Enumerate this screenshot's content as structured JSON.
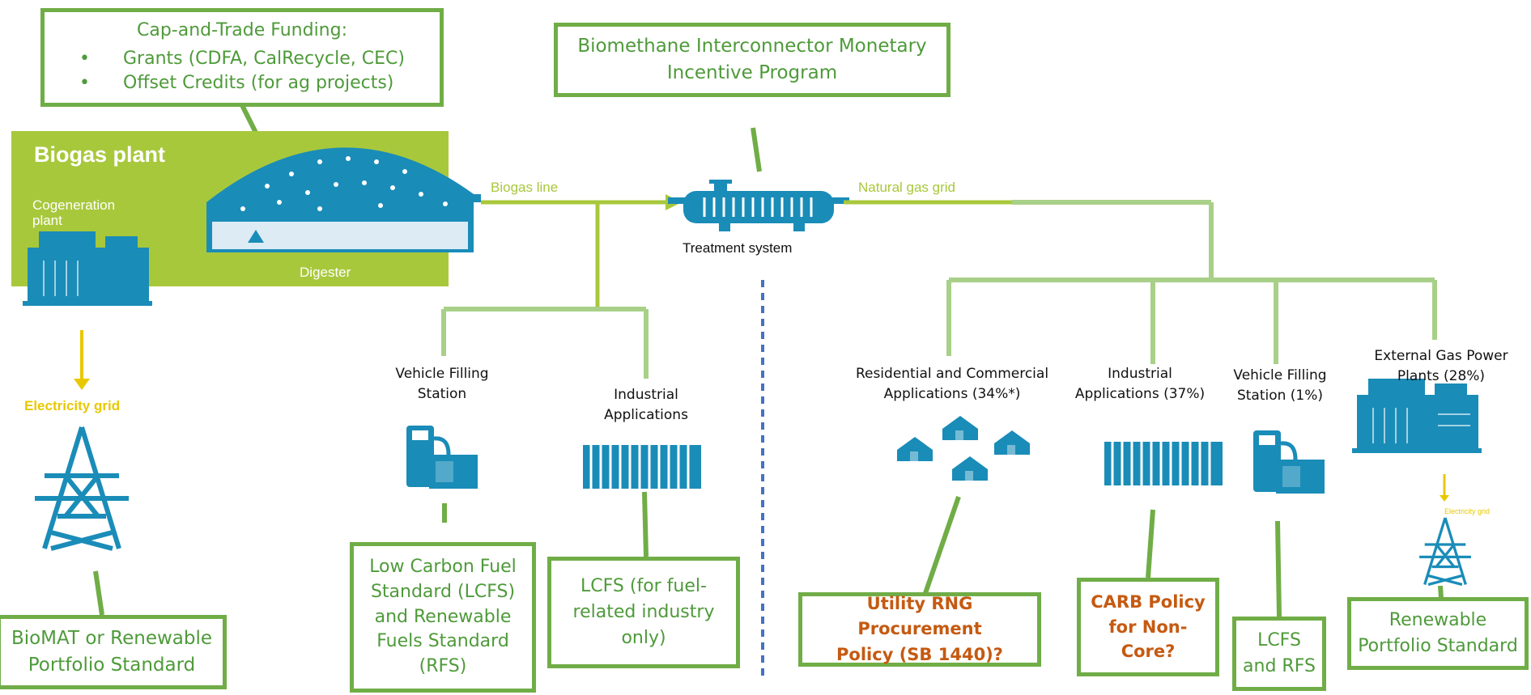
{
  "funding_top": {
    "title": "Cap-and-Trade Funding:",
    "items": [
      "Grants (CDFA, CalRecycle, CEC)",
      "Offset Credits (for ag projects)"
    ]
  },
  "bimip": {
    "lines": [
      "Biomethane Interconnector Monetary",
      "Incentive Program"
    ]
  },
  "plant": {
    "title": "Biogas plant",
    "cogen_lines": [
      "Cogeneration",
      "plant"
    ],
    "digester": "Digester"
  },
  "lines": {
    "biogas": "Biogas line",
    "natural_gas": "Natural gas grid"
  },
  "treatment": "Treatment system",
  "electricity_grid": "Electricity grid",
  "electricity_grid_small": "Electricity grid",
  "left_end_uses": {
    "vehicle": [
      "Vehicle Filling",
      "Station"
    ],
    "industrial": [
      "Industrial",
      "Applications"
    ]
  },
  "right_end_uses": {
    "residential": [
      "Residential and Commercial",
      "Applications (34%*)"
    ],
    "industrial": [
      "Industrial",
      "Applications (37%)"
    ],
    "vehicle": [
      "Vehicle Filling",
      "Station (1%)"
    ],
    "power": [
      "External Gas Power",
      "Plants (28%)"
    ]
  },
  "policies": {
    "biomat": [
      "BioMAT or Renewable",
      "Portfolio Standard"
    ],
    "lcfs_rfs": [
      "Low Carbon Fuel",
      "Standard (LCFS)",
      "and Renewable",
      "Fuels Standard",
      "(RFS)"
    ],
    "lcfs_industry": [
      "LCFS (for fuel-",
      "related industry",
      "only)"
    ],
    "utility_rng": [
      "Utility RNG Procurement",
      "Policy (SB 1440)?"
    ],
    "carb": [
      "CARB Policy",
      "for Non-",
      "Core?"
    ],
    "lcfs_rfs_short": [
      "LCFS",
      "and RFS"
    ],
    "rps": [
      "Renewable",
      "Portfolio Standard"
    ]
  },
  "colors": {
    "box_border": "#70ad47",
    "box_text": "#4e9a3a",
    "policy_orange": "#c55a11",
    "plant_green": "#a8c83c",
    "icon_blue": "#1a8cb8",
    "electric_yellow": "#e8c800",
    "divider_blue": "#4472c4"
  }
}
